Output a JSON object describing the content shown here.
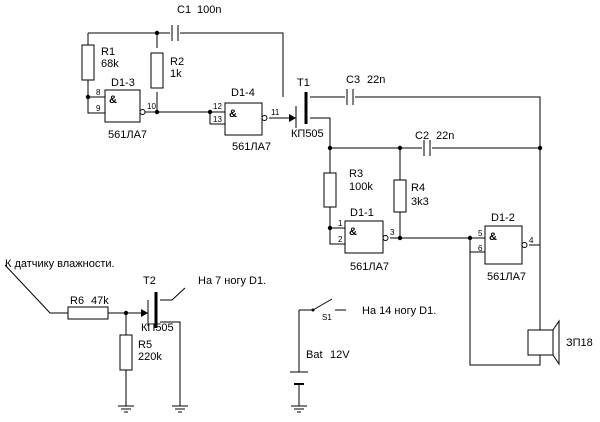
{
  "components": {
    "c1": {
      "ref": "C1",
      "value": "100n"
    },
    "c2": {
      "ref": "C2",
      "value": "22n"
    },
    "c3": {
      "ref": "C3",
      "value": "22n"
    },
    "r1": {
      "ref": "R1",
      "value": "68k"
    },
    "r2": {
      "ref": "R2",
      "value": "1k"
    },
    "r3": {
      "ref": "R3",
      "value": "100k"
    },
    "r4": {
      "ref": "R4",
      "value": "3k3"
    },
    "r5": {
      "ref": "R5",
      "value": "220k"
    },
    "r6": {
      "ref": "R6",
      "value": "47k"
    },
    "t1": {
      "ref": "T1",
      "part": "КП505"
    },
    "t2": {
      "ref": "T2",
      "part": "КП505"
    },
    "s1": {
      "ref": "S1"
    },
    "bat": {
      "ref": "Bat",
      "value": "12V"
    },
    "zp": {
      "ref": "ЗП18"
    }
  },
  "gates": {
    "d13": {
      "ref": "D1-3",
      "part": "561ЛА7",
      "pin_a": "8",
      "pin_b": "9",
      "pin_out": "10"
    },
    "d14": {
      "ref": "D1-4",
      "part": "561ЛА7",
      "pin_a": "12",
      "pin_b": "13",
      "pin_out": "11"
    },
    "d11": {
      "ref": "D1-1",
      "part": "561ЛА7",
      "pin_a": "1",
      "pin_b": "2",
      "pin_out": "3"
    },
    "d12": {
      "ref": "D1-2",
      "part": "561ЛА7",
      "pin_a": "5",
      "pin_b": "6",
      "pin_out": "4"
    },
    "symbol": "&"
  },
  "notes": {
    "sensor": "К датчику влажности.",
    "pin7": "На 7 ногу D1.",
    "pin14": "На 14 ногу D1."
  }
}
